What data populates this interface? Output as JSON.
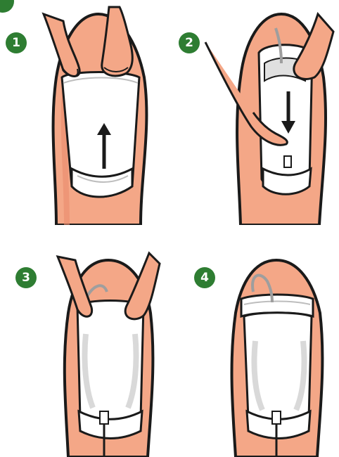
{
  "colors": {
    "badge": "#2e7d32",
    "skin": "#f4a787",
    "skin_dark": "#e98a6c",
    "outline": "#1a1a1a",
    "sleeve": "#ffffff",
    "bag_shade": "#d9d9d9"
  },
  "steps": [
    {
      "number": "1",
      "icon": "arrow-up-icon"
    },
    {
      "number": "2",
      "icon": "arrow-down-icon"
    },
    {
      "number": "3",
      "icon": "hands-icon"
    },
    {
      "number": "4",
      "icon": "tube-icon"
    }
  ]
}
